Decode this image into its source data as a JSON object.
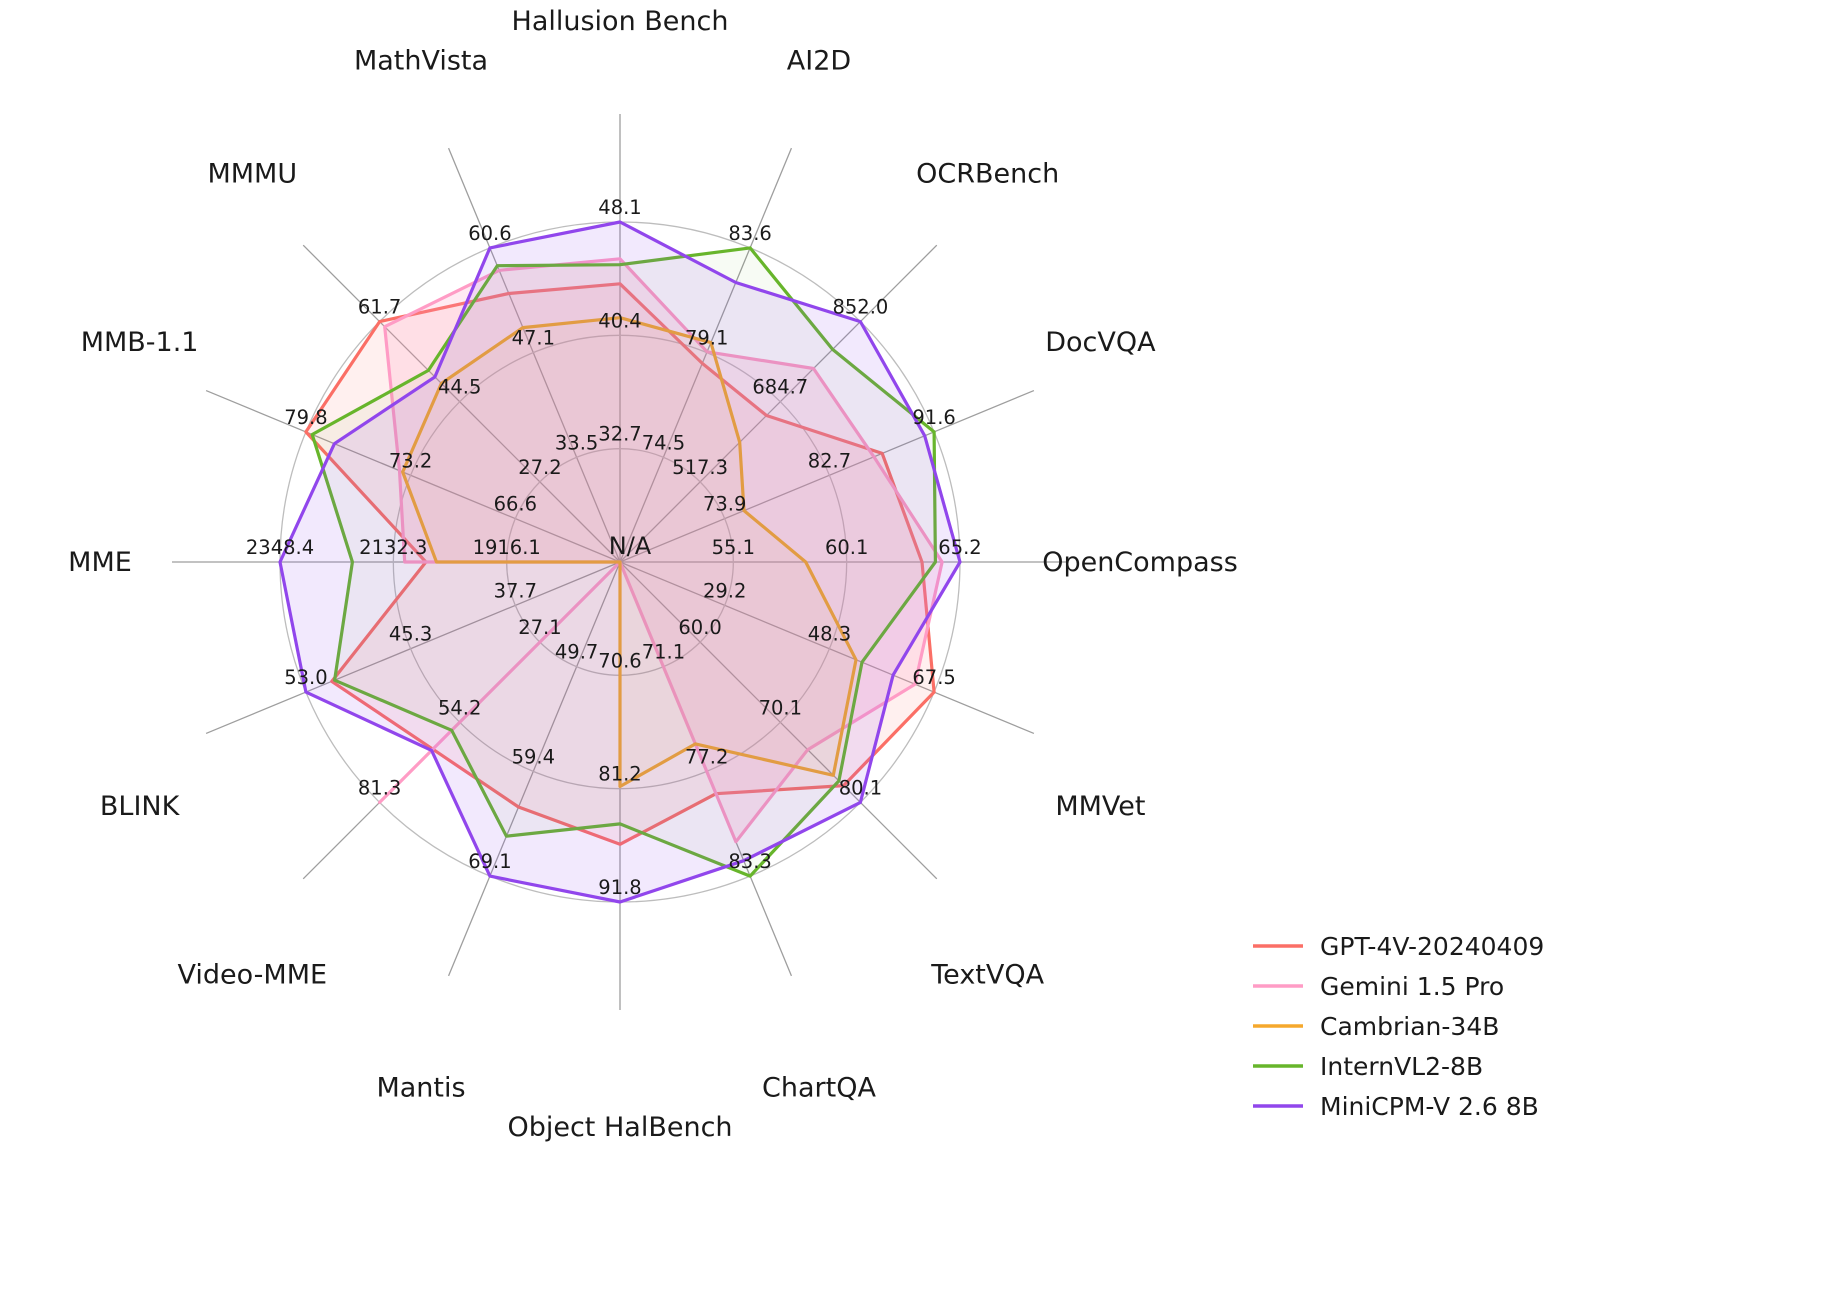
{
  "figure": {
    "background": "#ffffff",
    "center_label": "N/A"
  },
  "chart_data": {
    "type": "radar",
    "title": "",
    "grid": "on",
    "rings": 3,
    "legend_position": "bottom-right",
    "center_label": "N/A",
    "axes": [
      {
        "label": "Hallusion Bench",
        "min": 25.0,
        "ticks": [
          "32.7",
          "40.4",
          "48.1"
        ]
      },
      {
        "label": "AI2D",
        "min": 70.0,
        "ticks": [
          "74.5",
          "79.1",
          "83.6"
        ]
      },
      {
        "label": "OCRBench",
        "min": 350.0,
        "ticks": [
          "517.3",
          "684.7",
          "852.0"
        ]
      },
      {
        "label": "DocVQA",
        "min": 65.0,
        "ticks": [
          "73.9",
          "82.7",
          "91.6"
        ]
      },
      {
        "label": "OpenCompass",
        "min": 50.0,
        "ticks": [
          "55.1",
          "60.1",
          "65.2"
        ]
      },
      {
        "label": "MMVet",
        "min": 10.0,
        "ticks": [
          "29.2",
          "48.3",
          "67.5"
        ]
      },
      {
        "label": "TextVQA",
        "min": 50.0,
        "ticks": [
          "60.0",
          "70.1",
          "80.1"
        ]
      },
      {
        "label": "ChartQA",
        "min": 65.0,
        "ticks": [
          "71.1",
          "77.2",
          "83.3"
        ]
      },
      {
        "label": "Object HalBench",
        "min": 60.0,
        "ticks": [
          "70.6",
          "81.2",
          "91.8"
        ]
      },
      {
        "label": "Mantis",
        "min": 40.0,
        "ticks": [
          "49.7",
          "59.4",
          "69.1"
        ]
      },
      {
        "label": "Video-MME",
        "min": 0.0,
        "ticks": [
          "27.1",
          "54.2",
          "81.3"
        ]
      },
      {
        "label": "BLINK",
        "min": 30.0,
        "ticks": [
          "37.7",
          "45.3",
          "53.0"
        ]
      },
      {
        "label": "MME",
        "min": 1700.0,
        "ticks": [
          "1916.1",
          "2132.3",
          "2348.4"
        ]
      },
      {
        "label": "MMB-1.1",
        "min": 60.0,
        "ticks": [
          "66.6",
          "73.2",
          "79.8"
        ]
      },
      {
        "label": "MMMU",
        "min": 10.0,
        "ticks": [
          "27.2",
          "44.5",
          "61.7"
        ]
      },
      {
        "label": "MathVista",
        "min": 20.0,
        "ticks": [
          "33.5",
          "47.1",
          "60.6"
        ]
      }
    ],
    "series": [
      {
        "name": "GPT-4V-20240409",
        "color": "#fb6f66",
        "fill_opacity": 0.1,
        "values": [
          43.9,
          78.6,
          656.0,
          87.2,
          63.5,
          67.5,
          78.0,
          78.5,
          86.4,
          62.7,
          63.3,
          51.1,
          2070.2,
          79.8,
          61.7,
          54.7
        ]
      },
      {
        "name": "Gemini 1.5 Pro",
        "color": "#ff9cc5",
        "fill_opacity": 0.2,
        "values": [
          45.6,
          79.1,
          754.0,
          86.5,
          64.4,
          64.0,
          73.5,
          81.3,
          null,
          null,
          81.3,
          null,
          2110.6,
          73.9,
          60.6,
          57.7
        ]
      },
      {
        "name": "Cambrian-34B",
        "color": "#f5a82d",
        "fill_opacity": 0.05,
        "values": [
          41.6,
          79.5,
          600.0,
          75.5,
          58.3,
          53.2,
          76.7,
          75.6,
          81.0,
          null,
          null,
          null,
          2049.9,
          73.7,
          48.4,
          50.3
        ]
      },
      {
        "name": "InternVL2-8B",
        "color": "#67b52b",
        "fill_opacity": 0.05,
        "values": [
          45.2,
          83.6,
          794.0,
          91.6,
          64.1,
          54.3,
          77.4,
          83.3,
          84.5,
          65.4,
          56.9,
          50.9,
          2210.3,
          79.4,
          51.2,
          58.3
        ]
      },
      {
        "name": "MiniCPM-V 2.6 8B",
        "color": "#9146ec",
        "fill_opacity": 0.12,
        "values": [
          48.1,
          82.1,
          852.0,
          90.8,
          65.2,
          60.0,
          80.1,
          82.4,
          91.8,
          69.1,
          63.7,
          53.0,
          2348.4,
          78.0,
          49.8,
          60.6
        ]
      }
    ]
  },
  "layout_colors": {
    "ring": "#bdbdbd",
    "spoke": "#9e9e9e",
    "text": "#1a1a1a"
  }
}
